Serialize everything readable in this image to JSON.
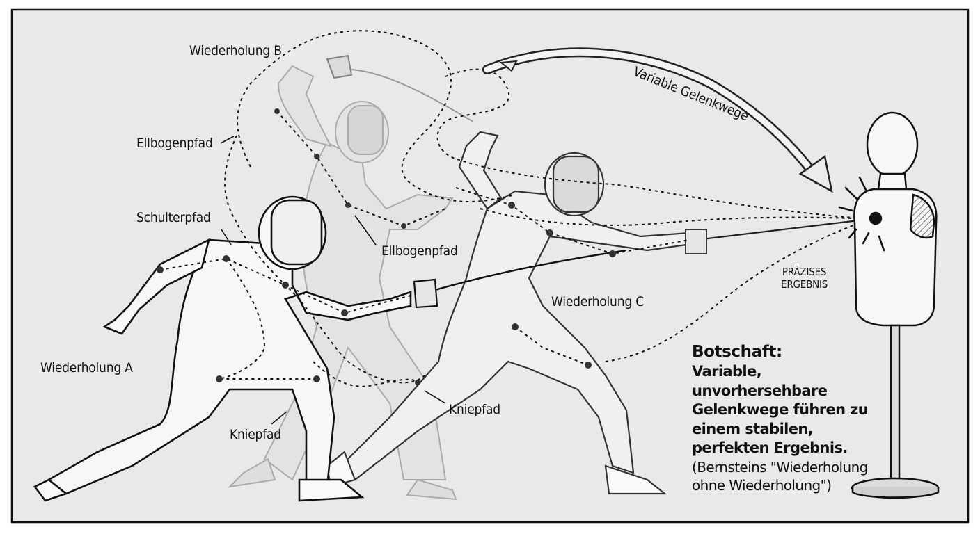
{
  "labels": {
    "rep_a": "Wiederholung A",
    "rep_b": "Wiederholung B",
    "rep_c": "Wiederholung C",
    "elbow_path_1": "Ellbogenpfad",
    "elbow_path_2": "Ellbogenpfad",
    "shoulder_path": "Schulterpfad",
    "knee_path_1": "Kniepfad",
    "knee_path_2": "Kniepfad",
    "variable_paths": "Variable Gelenkwege",
    "precise_line1": "PRÄZISES",
    "precise_line2": "ERGEBNIS"
  },
  "message": {
    "title": "Botschaft:",
    "line1": "Variable, unvorhersehbare",
    "line2": "Gelenkwege führen zu",
    "line3": "einem stabilen,",
    "line4": "perfekten Ergebnis.",
    "quote1": "(Bernsteins \"Wiederholung",
    "quote2": "ohne Wiederholung\")"
  },
  "colors": {
    "frame_bg": "#e9e9e9",
    "ink": "#111111",
    "ghost": "#b5b5b5",
    "suit": "#f6f6f6"
  }
}
